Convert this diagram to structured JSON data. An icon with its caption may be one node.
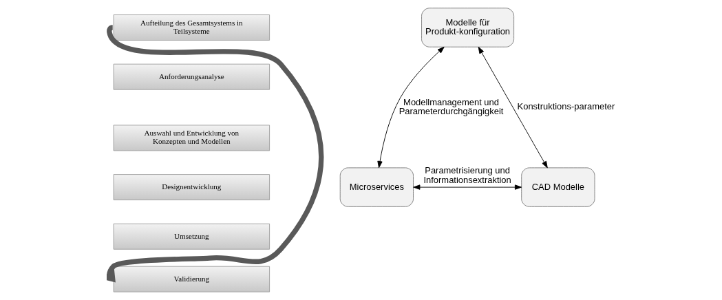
{
  "diagram": {
    "nodes": [
      {
        "text": [
          "Aufteilung des Gesamtsystems in Teilsysteme"
        ]
      },
      {
        "text": [
          "Anforderungsanalyse"
        ]
      },
      {
        "text": [
          "Auswahl und Entwicklung von Konzepten und Modellen"
        ]
      },
      {
        "text": [
          "Designentwicklung"
        ]
      },
      {
        "text": [
          "Umsetzung"
        ]
      },
      {
        "text": [
          "Validierung"
        ]
      },
      {
        "text": [
          "Modelle für Produkt-konfiguration"
        ]
      },
      {
        "text": [
          "Microservices"
        ]
      },
      {
        "text": [
          "CAD Modelle"
        ]
      }
    ],
    "edges": [
      {
        "from": 0,
        "to": 5,
        "arrow": "to",
        "style": "thick",
        "color": "#595959"
      },
      {
        "from": 6,
        "to": 7,
        "arrow": "both",
        "label": "Modellmanagement und Parameterdurchgängigkeit"
      },
      {
        "from": 6,
        "to": 8,
        "arrow": "both",
        "label": "Konstruktions-parameter"
      },
      {
        "from": 7,
        "to": 8,
        "arrow": "both",
        "label": "Parametrisierung und Informationsextraktion"
      }
    ]
  }
}
